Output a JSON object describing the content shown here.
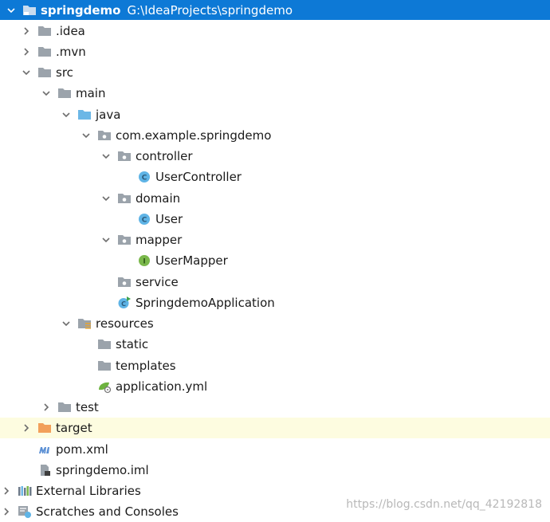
{
  "project": {
    "name": "springdemo",
    "path": "G:\\IdeaProjects\\springdemo"
  },
  "items": {
    "idea": ".idea",
    "mvn": ".mvn",
    "src": "src",
    "main": "main",
    "java": "java",
    "package": "com.example.springdemo",
    "controller": "controller",
    "user_controller": "UserController",
    "domain": "domain",
    "user": "User",
    "mapper": "mapper",
    "user_mapper": "UserMapper",
    "service": "service",
    "app": "SpringdemoApplication",
    "resources": "resources",
    "static": "static",
    "templates": "templates",
    "app_yml": "application.yml",
    "test": "test",
    "target": "target",
    "pom": "pom.xml",
    "iml": "springdemo.iml",
    "external_libraries": "External Libraries",
    "scratches": "Scratches and Consoles"
  },
  "class_badge": "C",
  "interface_badge": "I",
  "watermark": "https://blog.csdn.net/qq_42192818",
  "colors": {
    "selection": "#0d79d6",
    "excluded_bg": "#fdfce0",
    "folder": "#9ba3ab",
    "source_folder": "#6cb7e6",
    "excluded_folder": "#f2a05a",
    "class_icon": "#5fb4e6",
    "interface_icon": "#7ab84b"
  }
}
